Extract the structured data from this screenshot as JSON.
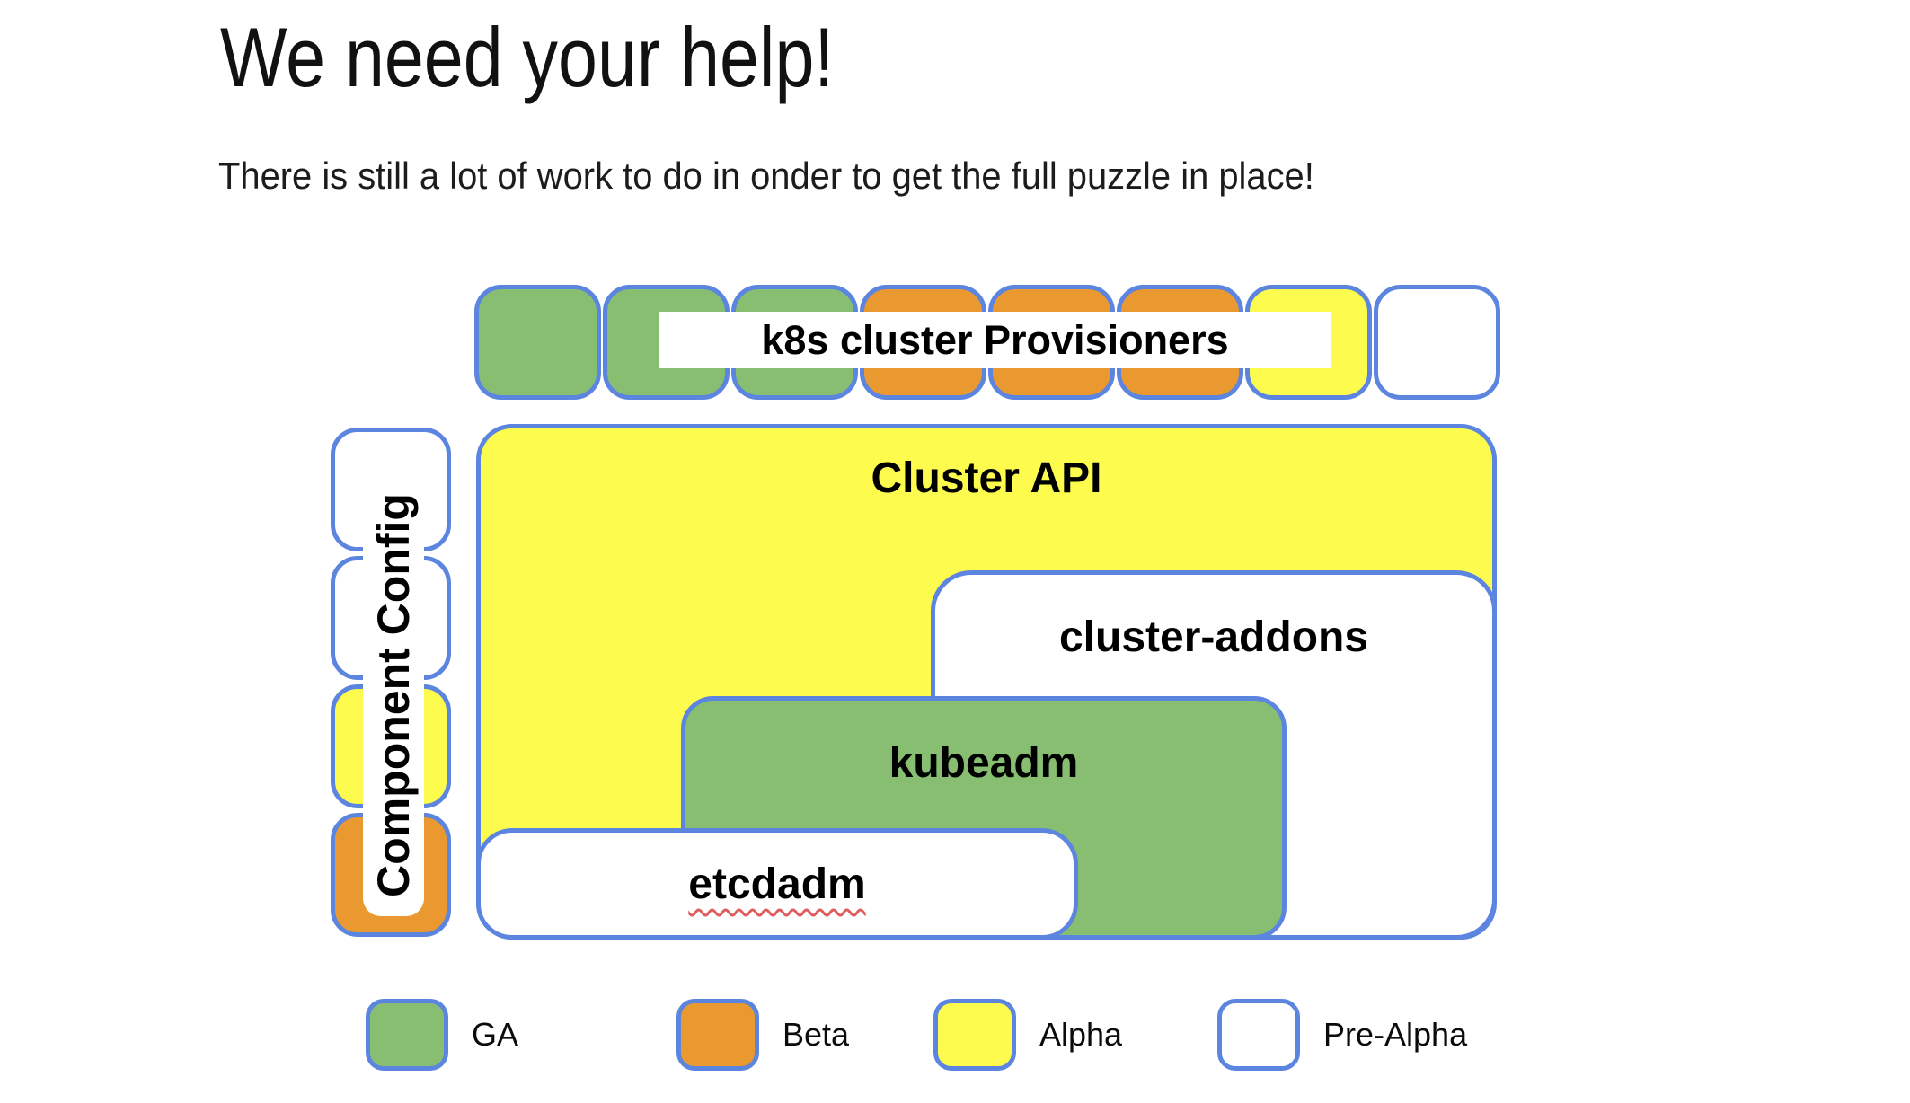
{
  "header": {
    "title": "We need your help!",
    "subtitle": "There is still a lot of work to do in onder to get the full puzzle in place!"
  },
  "provisioners": {
    "label": "k8s cluster Provisioners",
    "squares": [
      "green",
      "green",
      "green",
      "orange",
      "orange",
      "orange",
      "yellow",
      "white"
    ]
  },
  "component_config": {
    "label": "Component Config",
    "squares": [
      "white",
      "white",
      "yellow",
      "orange"
    ]
  },
  "boxes": {
    "cluster_api": {
      "label": "Cluster API",
      "color": "yellow"
    },
    "cluster_addons": {
      "label": "cluster-addons",
      "color": "white"
    },
    "kubeadm": {
      "label": "kubeadm",
      "color": "green"
    },
    "etcdadm": {
      "label": "etcdadm",
      "color": "white",
      "spellcheck_squiggle": true
    }
  },
  "legend": {
    "items": [
      {
        "label": "GA",
        "color": "green"
      },
      {
        "label": "Beta",
        "color": "orange"
      },
      {
        "label": "Alpha",
        "color": "yellow"
      },
      {
        "label": "Pre-Alpha",
        "color": "white"
      }
    ]
  },
  "colors": {
    "green": "#87BE71",
    "orange": "#E9992F",
    "yellow": "#FDFB4E",
    "white": "#FFFFFF",
    "border_blue": "#5C85E0",
    "squiggle_red": "#E05C5C",
    "text": "#000000"
  }
}
